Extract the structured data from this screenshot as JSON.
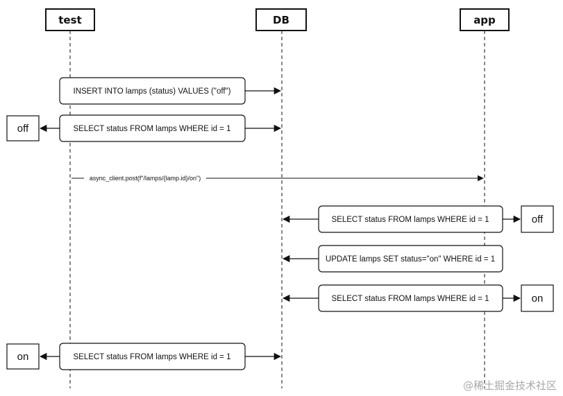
{
  "actors": {
    "test": "test",
    "db": "DB",
    "app": "app"
  },
  "messages": {
    "insert_off": "INSERT INTO lamps (status) VALUES (\"off\")",
    "select_1": "SELECT status  FROM lamps WHERE id = 1",
    "post": "async_client.post(f\"/lamps/{lamp.id}/on\")",
    "app_select_1": "SELECT status  FROM lamps WHERE id = 1",
    "app_update": "UPDATE lamps SET status=\"on\" WHERE id = 1",
    "app_select_2": "SELECT status  FROM lamps WHERE id = 1",
    "select_final": "SELECT status  FROM lamps WHERE id = 1"
  },
  "results": {
    "test_off": "off",
    "app_off": "off",
    "app_on": "on",
    "test_on": "on"
  },
  "colors": {
    "line": "#111111",
    "highlight": "#e0391f",
    "watermark": "#a8a8a8"
  },
  "watermark": "@稀土掘金技术社区"
}
